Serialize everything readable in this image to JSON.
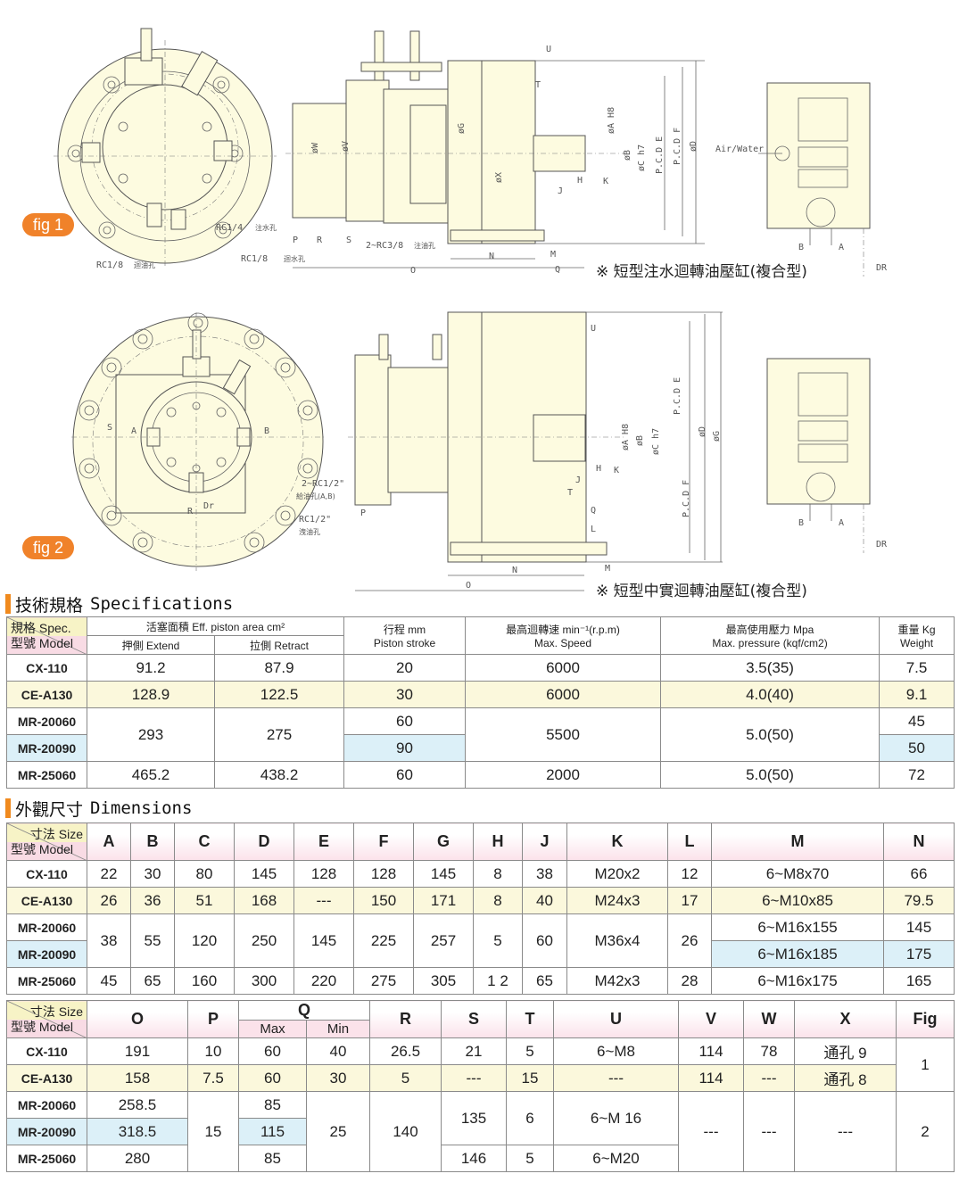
{
  "fig1": {
    "badge": "fig 1",
    "caption": "※ 短型注水迴轉油壓缸(複合型)",
    "labels": {
      "rc14": "RC1/4",
      "rc14_note": "注水孔",
      "rc18a": "RC1/8",
      "rc18a_note": "迴水孔",
      "rc18b": "RC1/8",
      "rc18b_note": "迴油孔",
      "rc38": "2~RC3/8",
      "rc38_note": "注油孔",
      "air": "Air/Water",
      "p": "P",
      "r": "R",
      "s": "S",
      "o": "O",
      "n": "N",
      "m": "M",
      "q": "Q",
      "u": "U",
      "t": "T",
      "j": "J",
      "h": "H",
      "k": "K",
      "dg": "øG",
      "dx": "øX",
      "dw": "øW",
      "dv": "øV",
      "da": "øA H8",
      "db": "øB",
      "dc": "øC h7",
      "pcd": "P.C.D E",
      "pcd2": "P.C.D F",
      "dd": "øD",
      "b": "B",
      "a": "A",
      "dr": "DR"
    }
  },
  "fig2": {
    "badge": "fig 2",
    "caption": "※ 短型中實迴轉油壓缸(複合型)",
    "labels": {
      "rc12a": "2~RC1/2\"",
      "rc12a_note": "給油孔(A,B)",
      "rc12b": "RC1/2\"",
      "rc12b_note": "洩油孔",
      "s": "S",
      "a": "A",
      "b": "B",
      "r": "R",
      "dr": "Dr",
      "p": "P",
      "n": "N",
      "o": "O",
      "m": "M",
      "u": "U",
      "t": "T",
      "j": "J",
      "h": "H",
      "k": "K",
      "q": "Q",
      "l": "L",
      "da": "øA H8",
      "db": "øB",
      "dc": "øC h7",
      "pcde": "P.C.D E",
      "pcdf": "P.C.D F",
      "dd": "øD",
      "dg": "øG",
      "b2": "B",
      "a2": "A",
      "dr2": "DR"
    }
  },
  "spec": {
    "title_zh": "技術規格",
    "title_en": "Specifications",
    "corner_top": "規格 Spec.",
    "corner_bottom": "型號 Model",
    "headers": {
      "area": "活塞面積 Eff. piston area cm²",
      "extend": "押側 Extend",
      "retract": "拉側 Retract",
      "stroke": "行程 mm",
      "stroke_en": "Piston stroke",
      "speed": "最高迴轉速 min⁻¹(r.p.m)",
      "speed_en": "Max. Speed",
      "pressure": "最高使用壓力 Mpa",
      "pressure_en": "Max. pressure (kqf/cm2)",
      "weight": "重量 Kg",
      "weight_en": "Weight"
    },
    "rows": [
      {
        "model": "CX-110",
        "extend": "91.2",
        "retract": "87.9",
        "stroke": "20",
        "speed": "6000",
        "pressure": "3.5(35)",
        "weight": "7.5"
      },
      {
        "model": "CE-A130",
        "extend": "128.9",
        "retract": "122.5",
        "stroke": "30",
        "speed": "6000",
        "pressure": "4.0(40)",
        "weight": "9.1"
      },
      {
        "model": "MR-20060",
        "extend": "293",
        "retract": "275",
        "stroke": "60",
        "speed": "5500",
        "pressure": "5.0(50)",
        "weight": "45"
      },
      {
        "model": "MR-20090",
        "stroke": "90",
        "weight": "50"
      },
      {
        "model": "MR-25060",
        "extend": "465.2",
        "retract": "438.2",
        "stroke": "60",
        "speed": "2000",
        "pressure": "5.0(50)",
        "weight": "72"
      }
    ]
  },
  "dim": {
    "title_zh": "外觀尺寸",
    "title_en": "Dimensions",
    "corner_top": "寸法 Size",
    "corner_bottom": "型號 Model",
    "cols1": [
      "A",
      "B",
      "C",
      "D",
      "E",
      "F",
      "G",
      "H",
      "J",
      "K",
      "L",
      "M",
      "N"
    ],
    "rows1": [
      {
        "model": "CX-110",
        "A": "22",
        "B": "30",
        "C": "80",
        "D": "145",
        "E": "128",
        "F": "128",
        "G": "145",
        "H": "8",
        "J": "38",
        "K": "M20x2",
        "L": "12",
        "M": "6~M8x70",
        "N": "66"
      },
      {
        "model": "CE-A130",
        "A": "26",
        "B": "36",
        "C": "51",
        "D": "168",
        "E": "---",
        "F": "150",
        "G": "171",
        "H": "8",
        "J": "40",
        "K": "M24x3",
        "L": "17",
        "M": "6~M10x85",
        "N": "79.5"
      },
      {
        "model": "MR-20060",
        "A": "38",
        "B": "55",
        "C": "120",
        "D": "250",
        "E": "145",
        "F": "225",
        "G": "257",
        "H": "5",
        "J": "60",
        "K": "M36x4",
        "L": "26",
        "M": "6~M16x155",
        "N": "145"
      },
      {
        "model": "MR-20090",
        "M": "6~M16x185",
        "N": "175"
      },
      {
        "model": "MR-25060",
        "A": "45",
        "B": "65",
        "C": "160",
        "D": "300",
        "E": "220",
        "F": "275",
        "G": "305",
        "H": "1 2",
        "J": "65",
        "K": "M42x3",
        "L": "28",
        "M": "6~M16x175",
        "N": "165"
      }
    ],
    "cols2": {
      "O": "O",
      "P": "P",
      "Q": "Q",
      "Qmax": "Max",
      "Qmin": "Min",
      "R": "R",
      "S": "S",
      "T": "T",
      "U": "U",
      "V": "V",
      "W": "W",
      "X": "X",
      "Fig": "Fig"
    },
    "rows2": [
      {
        "model": "CX-110",
        "O": "191",
        "P": "10",
        "Qmax": "60",
        "Qmin": "40",
        "R": "26.5",
        "S": "21",
        "T": "5",
        "U": "6~M8",
        "V": "114",
        "W": "78",
        "X": "通孔 9",
        "Fig": "1"
      },
      {
        "model": "CE-A130",
        "O": "158",
        "P": "7.5",
        "Qmax": "60",
        "Qmin": "30",
        "R": "5",
        "S": "---",
        "T": "15",
        "U": "---",
        "V": "114",
        "W": "---",
        "X": "通孔 8"
      },
      {
        "model": "MR-20060",
        "O": "258.5",
        "P": "15",
        "Qmax": "85",
        "Qmin": "25",
        "R": "140",
        "S": "135",
        "T": "6",
        "U": "6~M 16",
        "V": "---",
        "W": "---",
        "X": "---",
        "Fig": "2"
      },
      {
        "model": "MR-20090",
        "O": "318.5",
        "Qmax": "115"
      },
      {
        "model": "MR-25060",
        "O": "280",
        "Qmax": "85",
        "S": "146",
        "T": "5",
        "U": "6~M20"
      }
    ]
  }
}
